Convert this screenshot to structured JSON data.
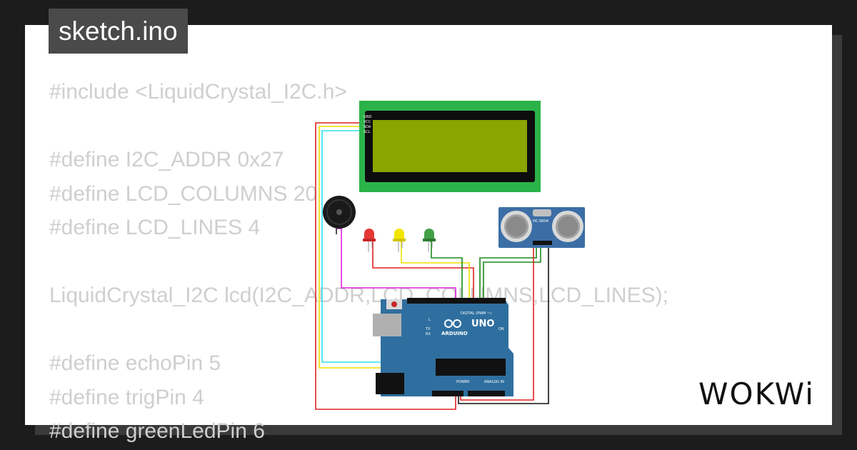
{
  "tab": {
    "filename": "sketch.ino"
  },
  "code_lines": [
    "#include <LiquidCrystal_I2C.h>",
    "",
    "#define I2C_ADDR 0x27",
    "#define LCD_COLUMNS 20",
    "#define LCD_LINES 4",
    "",
    "LiquidCrystal_I2C lcd(I2C_ADDR,LCD_COLUMNS,LCD_LINES);",
    "",
    "#define echoPin 5",
    "#define trigPin 4",
    "#define greenLedPin 6"
  ],
  "circuit": {
    "lcd_pins": [
      "GND",
      "VCC",
      "SDA",
      "SCL"
    ],
    "sensor_label": "HC-SR04",
    "board_uno": "UNO",
    "board_arduino": "ARDUINO",
    "board_digital": "DIGITAL (PWM ~)",
    "board_power": "POWER",
    "board_analog": "ANALOG IN",
    "board_on": "ON",
    "board_l": "L",
    "board_tx": "TX",
    "board_rx": "RX",
    "led_colors": [
      "#e53935",
      "#f2e600",
      "#43a047"
    ],
    "wire_colors": {
      "red": "#e02020",
      "yellow": "#f0e000",
      "cyan": "#30e0f0",
      "magenta": "#e020e0",
      "green": "#1a8a1a",
      "black": "#111111"
    }
  },
  "logo": {
    "text": "WOKWi"
  },
  "colors": {
    "background": "#1c1c1c",
    "card": "#ffffff",
    "code_text": "#cfcfcf",
    "tab_bg": "#4a4a4a",
    "lcd_green": "#2bb34a",
    "lcd_screen": "#8aa400",
    "board_blue": "#2f6f9f"
  }
}
